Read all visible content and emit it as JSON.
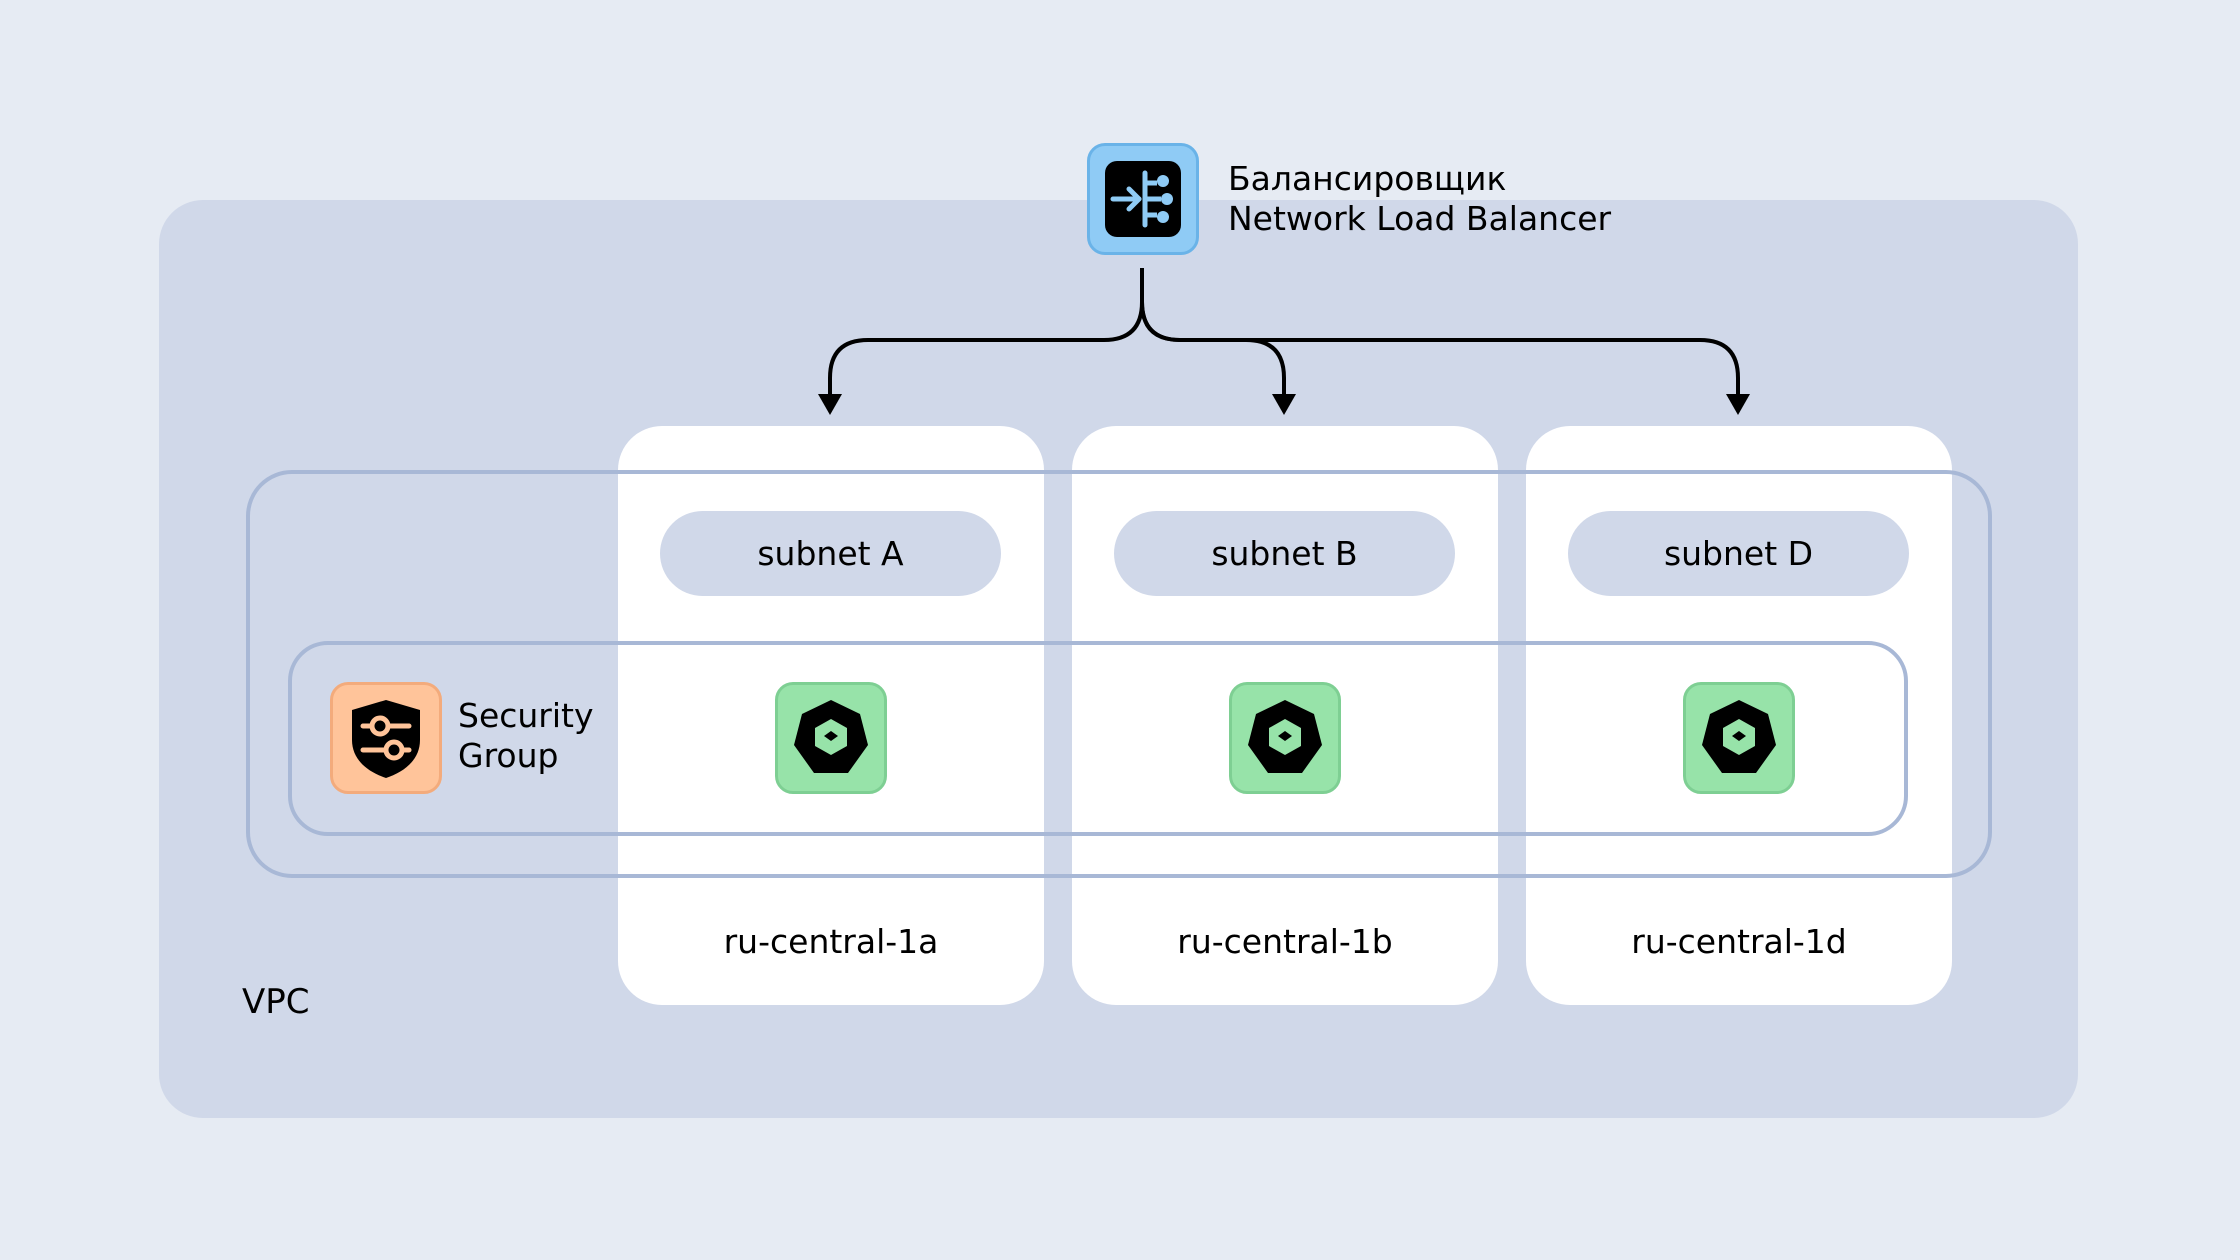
{
  "vpc": {
    "label": "VPC"
  },
  "load_balancer": {
    "icon": "network-load-balancer-icon",
    "line1": "Балансировщик",
    "line2": "Network Load Balancer"
  },
  "security_group": {
    "icon": "security-group-shield-icon",
    "line1": "Security",
    "line2": "Group"
  },
  "zones": [
    {
      "name": "ru-central-1a",
      "subnet": "subnet A",
      "icon": "kubernetes-node-icon"
    },
    {
      "name": "ru-central-1b",
      "subnet": "subnet B",
      "icon": "kubernetes-node-icon"
    },
    {
      "name": "ru-central-1d",
      "subnet": "subnet D",
      "icon": "kubernetes-node-icon"
    }
  ],
  "colors": {
    "background": "#e6ebf3",
    "vpc_fill": "#d0d8e9",
    "zone_fill": "#ffffff",
    "outline": "#a8b8d6",
    "k8s_green": "#97e3a9",
    "sg_orange": "#ffc49a",
    "nlb_blue": "#8fcbf5"
  }
}
